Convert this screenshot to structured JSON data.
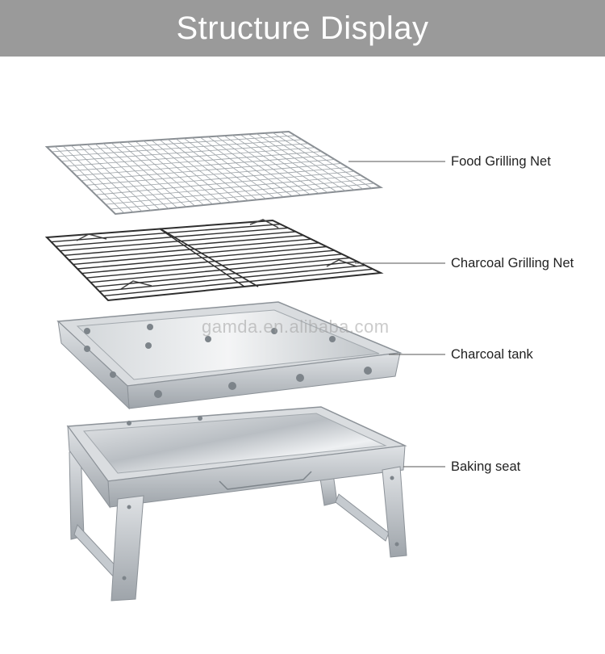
{
  "header": {
    "title": "Structure Display"
  },
  "watermark": "gamda.en.alibaba.com",
  "parts": [
    {
      "label": "Food Grilling Net"
    },
    {
      "label": "Charcoal Grilling Net"
    },
    {
      "label": "Charcoal tank"
    },
    {
      "label": "Baking seat"
    }
  ],
  "colors": {
    "header_bg": "#9a9a9a",
    "steel": "#c8ccd0",
    "wire_dark": "#333333"
  }
}
